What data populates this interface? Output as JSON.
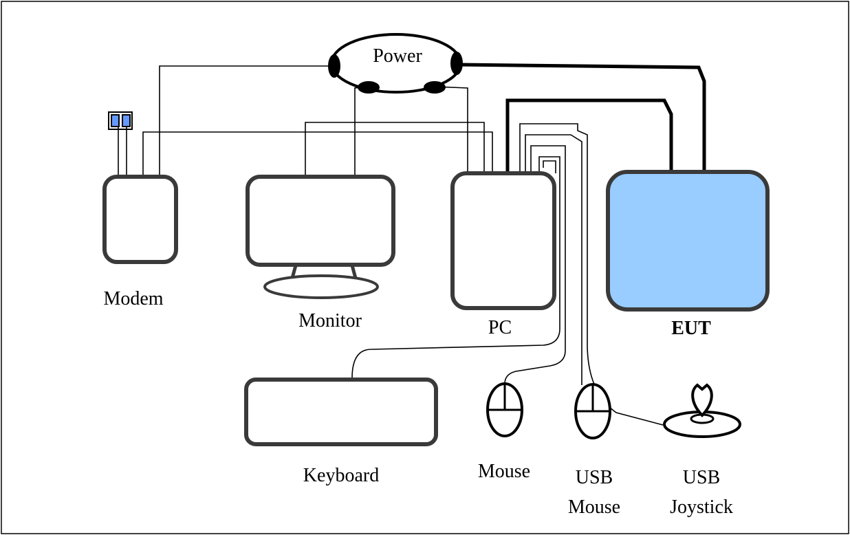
{
  "labels": {
    "power": "Power",
    "modem": "Modem",
    "monitor": "Monitor",
    "pc": "PC",
    "eut": "EUT",
    "keyboard": "Keyboard",
    "mouse": "Mouse",
    "usb_mouse_line1": "USB",
    "usb_mouse_line2": "Mouse",
    "usb_joystick_line1": "USB",
    "usb_joystick_line2": "Joystick"
  },
  "colors": {
    "eut_fill": "#99ccff",
    "jack_fill": "#6699ff",
    "outline": "#3a3a3a"
  }
}
